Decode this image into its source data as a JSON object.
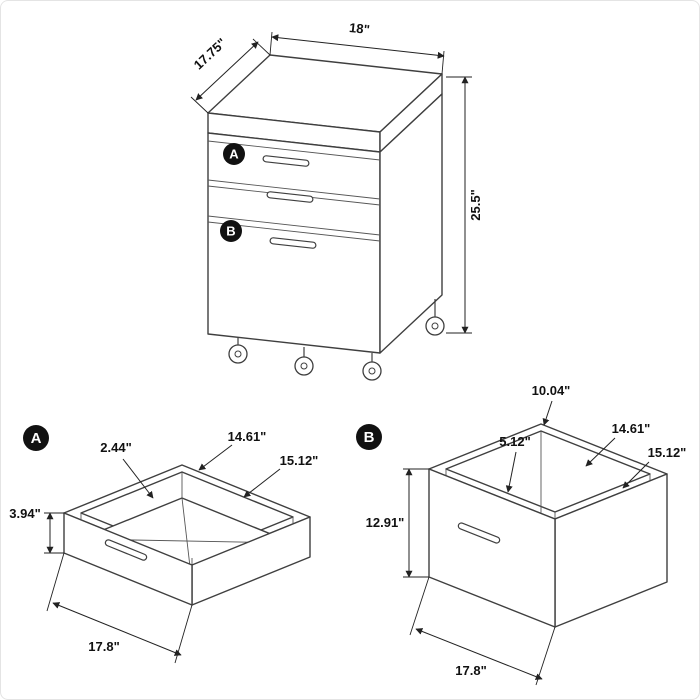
{
  "cabinet": {
    "drawer_a_badge": "A",
    "drawer_b_badge": "B",
    "dims": {
      "depth": "17.75\"",
      "width": "18\"",
      "height": "25.5\""
    }
  },
  "drawer_a_detail": {
    "badge": "A",
    "dims": {
      "front_gap": "2.44\"",
      "interior_depth": "14.61\"",
      "interior_width": "15.12\"",
      "height": "3.94\"",
      "width": "17.8\""
    }
  },
  "drawer_b_detail": {
    "badge": "B",
    "dims": {
      "back_height": "10.04\"",
      "interior_height": "5.12\"",
      "interior_depth": "14.61\"",
      "interior_width": "15.12\"",
      "height": "12.91\"",
      "width": "17.8\""
    }
  },
  "colors": {
    "line": "#3f3f3f",
    "dim": "#222222",
    "badge_bg": "#111111",
    "badge_text": "#ffffff"
  }
}
